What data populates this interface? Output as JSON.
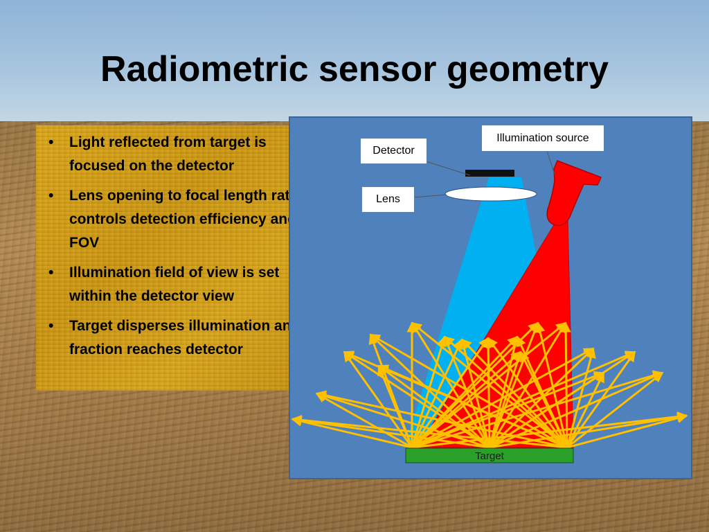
{
  "slide": {
    "title": "Radiometric sensor geometry"
  },
  "bullets": [
    "Light reflected from target is focused on the detector",
    "Lens opening to focal length ratio controls detection efficiency and FOV",
    "Illumination field of view is set within the detector view",
    "Target disperses illumination and fraction reaches detector"
  ],
  "diagram": {
    "labels": {
      "detector": "Detector",
      "lens": "Lens",
      "illumination_source": "Illumination source",
      "target": "Target"
    },
    "colors": {
      "panel": "#4f81bd",
      "detector_fov": "#00b0f0",
      "illumination_beam": "#ff0000",
      "rays": "#ffc000",
      "target": "#2aa02a"
    }
  }
}
